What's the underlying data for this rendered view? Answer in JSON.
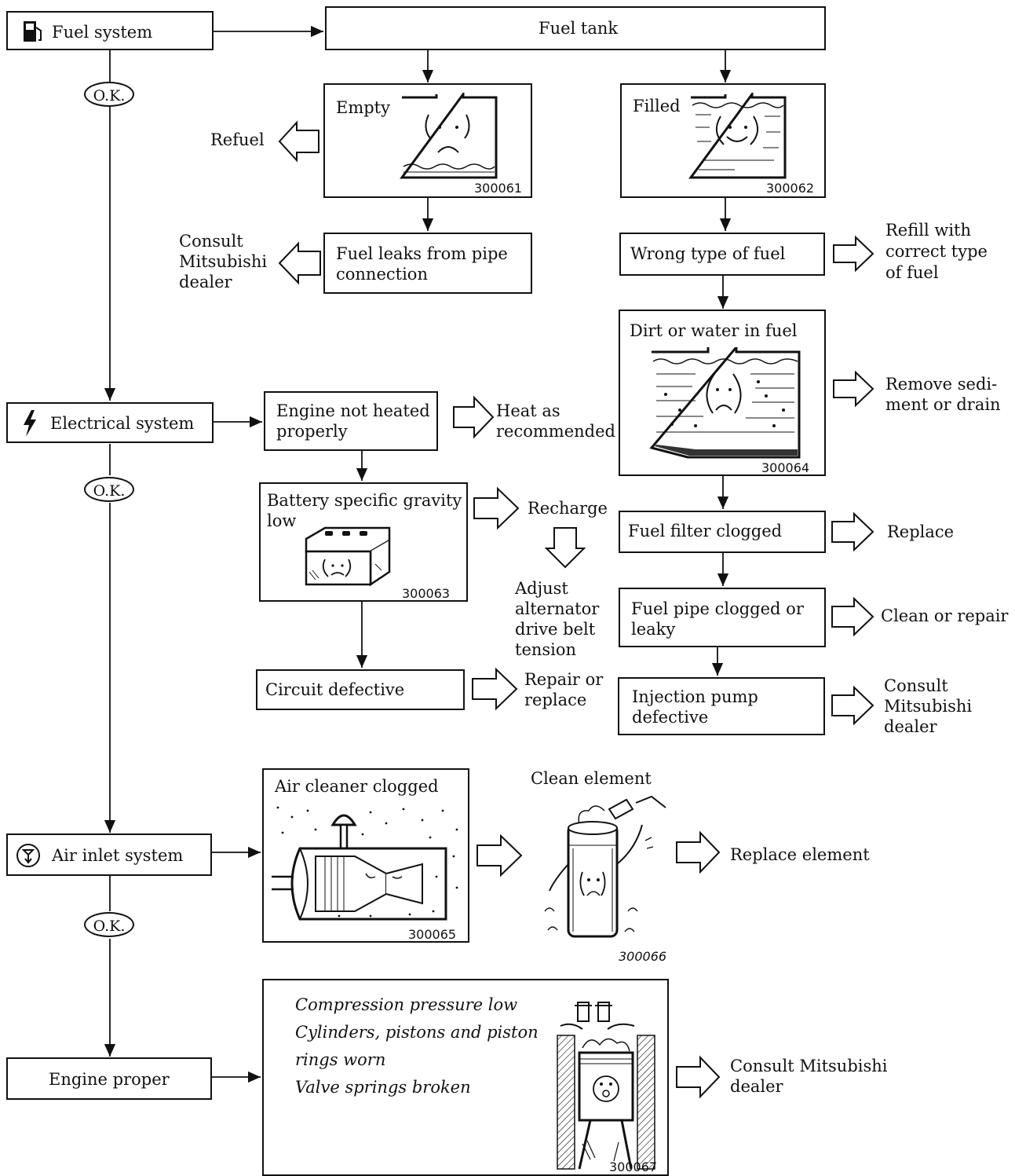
{
  "systems": {
    "fuel": "Fuel system",
    "electrical": "Electrical system",
    "air": "Air inlet system",
    "engine": "Engine proper",
    "ok": "O.K."
  },
  "fuel": {
    "tank": "Fuel tank",
    "empty": "Empty",
    "empty_code": "300061",
    "filled": "Filled",
    "filled_code": "300062",
    "refuel": "Refuel",
    "leaks": "Fuel leaks from pipe\nconnection",
    "consult1": "Consult\nMitsubishi\ndealer",
    "wrong_type": "Wrong type of fuel",
    "refill": "Refill with\ncorrect type\nof fuel",
    "dirt": "Dirt or water in fuel",
    "dirt_code": "300064",
    "remove": "Remove sedi-\nment or drain",
    "filter": "Fuel filter clogged",
    "replace": "Replace",
    "pipe": "Fuel pipe clogged or\nleaky",
    "clean_repair": "Clean or repair",
    "pump": "Injection pump\ndefective",
    "consult2": "Consult\nMitsubishi\ndealer"
  },
  "electrical": {
    "not_heated": "Engine not heated\nproperly",
    "heat": "Heat as\nrecommended",
    "battery": "Battery specific gravity\nlow",
    "battery_code": "300063",
    "recharge": "Recharge",
    "adjust": "Adjust\nalternator\ndrive belt\ntension",
    "circuit": "Circuit defective",
    "repair": "Repair or\nreplace"
  },
  "air": {
    "cleaner": "Air cleaner clogged",
    "cleaner_code": "300065",
    "clean_element": "Clean element",
    "element_code": "300066",
    "replace_element": "Replace element"
  },
  "engine": {
    "causes": "Compression pressure low\nCylinders, pistons and piston\nrings worn\nValve springs broken",
    "code": "300067",
    "consult": "Consult Mitsubishi\ndealer"
  }
}
